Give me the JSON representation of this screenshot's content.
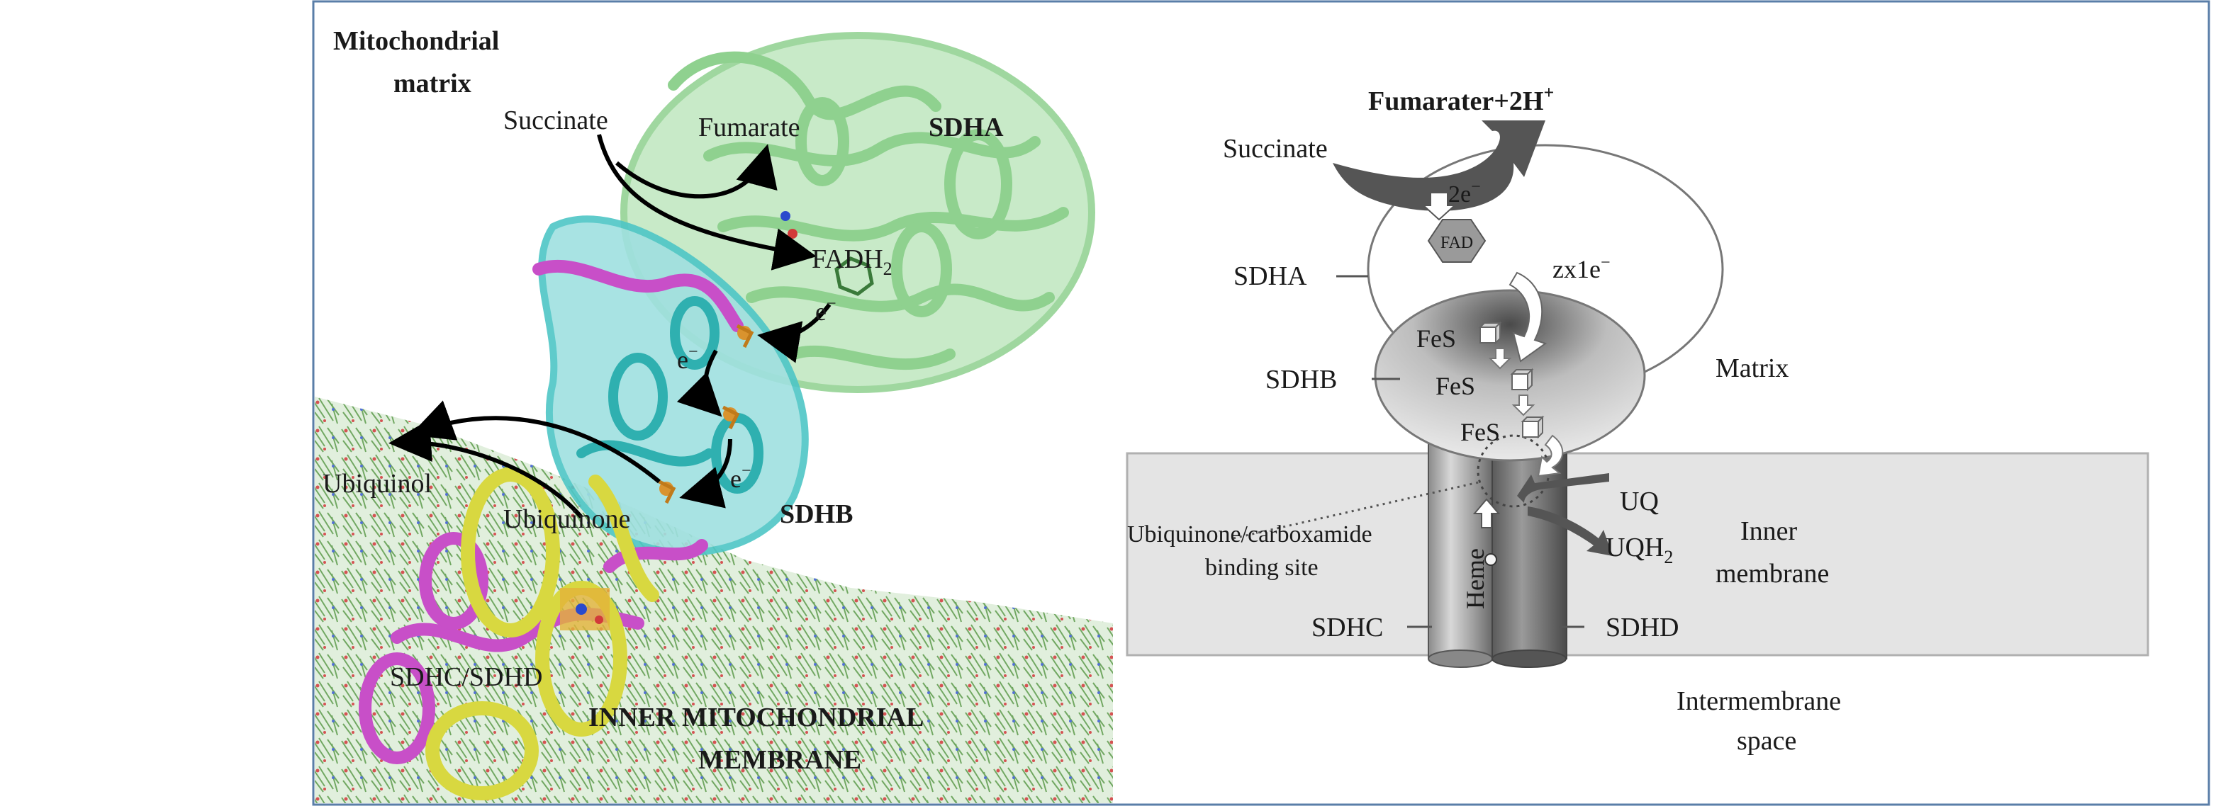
{
  "figure": {
    "frame_color": "#5a7ea8"
  },
  "left_panel": {
    "label_matrix_line1": "Mitochondrial",
    "label_matrix_line2": "matrix",
    "label_succinate": "Succinate",
    "label_fumarate": "Fumarate",
    "label_sdha": "SDHA",
    "label_fadh": "FADH",
    "label_fadh_sub": "2",
    "label_e1": "e",
    "label_e2": "e",
    "label_e3": "e",
    "label_e_sup": "−",
    "label_ubiquinol": "Ubiquinol",
    "label_ubiquinone": "Ubiquinone",
    "label_sdhb": "SDHB",
    "label_sdhc_sdhd": "SDHC/SDHD",
    "label_membrane_line1": "INNER MITOCHONDRIAL",
    "label_membrane_line2": "MEMBRANE",
    "colors": {
      "sdha": "#8fd18f",
      "sdhb": "#4ec6c6",
      "sdhc": "#c84fc8",
      "sdhd": "#d8d840",
      "lipid": "#7fb86a"
    }
  },
  "right_panel": {
    "label_fumarate_top": "Fumarater+2H",
    "label_fumarate_sup": "+",
    "label_succinate": "Succinate",
    "label_2e": "2e",
    "label_2e_sup": "−",
    "label_fad": "FAD",
    "label_sdha": "SDHA",
    "label_zx1e": "zx1e",
    "label_zx1e_sup": "−",
    "label_fes1": "FeS",
    "label_fes2": "FeS",
    "label_fes3": "FeS",
    "label_sdhb": "SDHB",
    "label_matrix": "Matrix",
    "label_uq": "UQ",
    "label_uqh": "UQH",
    "label_uqh_sub": "2",
    "label_binding_line1": "Ubiquinone/carboxamide",
    "label_binding_line2": "binding site",
    "label_heme": "Heme",
    "label_inner_line1": "Inner",
    "label_inner_line2": "membrane",
    "label_sdhc": "SDHC",
    "label_sdhd": "SDHD",
    "label_ims_line1": "Intermembrane",
    "label_ims_line2": "space",
    "colors": {
      "membrane": "#e4e4e4",
      "arrow": "#555555"
    }
  }
}
